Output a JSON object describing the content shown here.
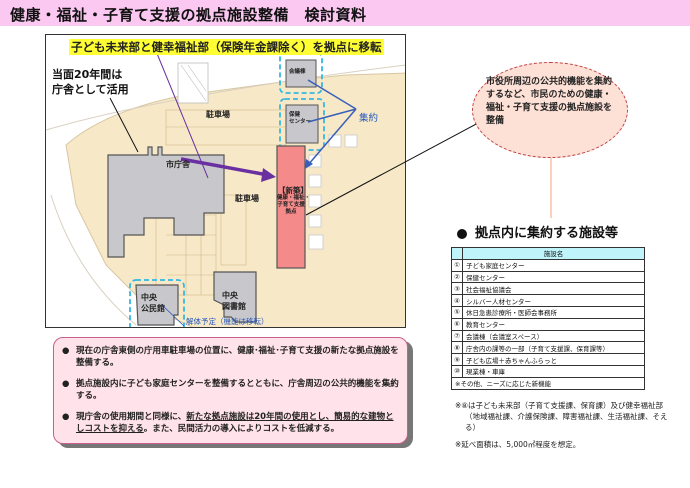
{
  "header": {
    "title": "健康・福祉・子育て支援の拠点施設整備　検討資料"
  },
  "map": {
    "headline": "子ども未来部と健幸福祉部（保険年金課除く）を拠点に移転",
    "note_line1": "当面20年間は",
    "note_line2": "庁舎として活用",
    "labels": {
      "parking_north": "駐車場",
      "parking_east": "駐車場",
      "city_hall": "市庁舎",
      "conference_bldg": "会議棟",
      "health_center_1": "保健",
      "health_center_2": "センター",
      "consolidate": "集約",
      "new_bldg_title": "【新築】",
      "new_bldg_sub1": "健康・福祉・",
      "new_bldg_sub2": "子育て支援",
      "new_bldg_sub3": "拠点",
      "library_1": "中央",
      "library_2": "図書館",
      "community_hall_1": "中央",
      "community_hall_2": "公民館",
      "demolish": "解体予定（機能は移転）"
    },
    "colors": {
      "site": "#f7e9c8",
      "building": "#c8c8cc",
      "new_building": "#f58a8a",
      "dashed": "#35b8e0",
      "arrow": "#6a2fa0",
      "consolidate_line": "#3a5fb8",
      "headline_bg": "#ffff33"
    }
  },
  "callout": {
    "text": "市役所周辺の公共的機能を集約するなど、市民のための健康・福祉・子育て支援の拠点施設を整備"
  },
  "facilities": {
    "section_title": "拠点内に集約する施設等",
    "column_header": "施設名",
    "rows": [
      {
        "num": "①",
        "name": "子ども家庭センター"
      },
      {
        "num": "②",
        "name": "保健センター"
      },
      {
        "num": "③",
        "name": "社会福祉協議会"
      },
      {
        "num": "④",
        "name": "シルバー人材センター"
      },
      {
        "num": "⑤",
        "name": "休日急患診療所・医師会事務所"
      },
      {
        "num": "⑥",
        "name": "教育センター"
      },
      {
        "num": "⑦",
        "name": "会議棟（会議室スペース）"
      },
      {
        "num": "⑧",
        "name": "庁舎内の課等の一部（子育て支援課、保育課等）"
      },
      {
        "num": "⑨",
        "name": "子ども広場＋赤ちゃんふらっと"
      },
      {
        "num": "⑩",
        "name": "現業棟・車庫"
      }
    ],
    "other": "※その他、ニーズに応じた新機能"
  },
  "footnotes": {
    "note1": "※⑧は子ども未来部（子育て支援課、保育課）及び健幸福祉部（地域福祉課、介護保険課、障害福祉課、生活福祉課、そえる）",
    "note2": "※延べ面積は、5,000㎡程度を想定。"
  },
  "summary": {
    "bullet": "●",
    "item1": "現在の庁舎東側の庁用車駐車場の位置に、健康･福祉･子育て支援の新たな拠点施設を整備する。",
    "item2": "拠点施設内に子ども家庭センターを整備するとともに、庁舎周辺の公共的機能を集約する。",
    "item3_pre": "現庁舎の使用期間と同様に、",
    "item3_underlined": "新たな拠点施設は20年間の使用とし、簡易的な建物としコストを抑える",
    "item3_post": "。また、民間活力の導入によりコストを低減する。"
  }
}
